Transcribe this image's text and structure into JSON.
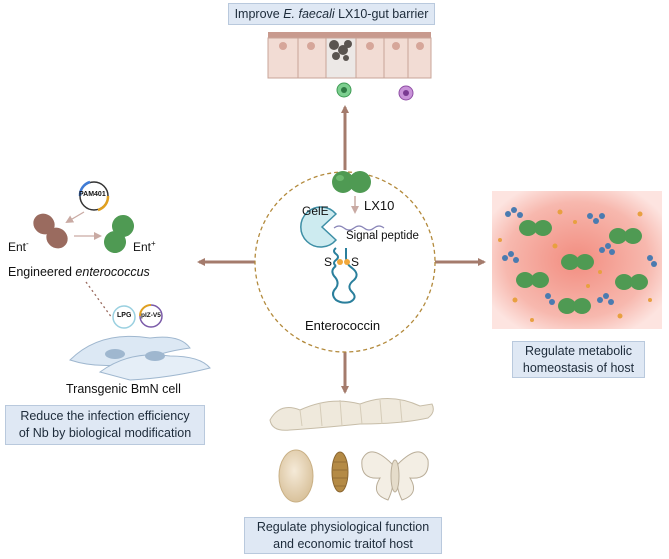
{
  "top_box": {
    "prefix": "Improve ",
    "species": "E. faecali",
    "suffix": " LX10-gut barrier"
  },
  "center": {
    "gelE": "GelE",
    "lx10": "LX10",
    "signal_peptide": "Signal peptide",
    "s_left": "S",
    "s_right": "S",
    "enterococcin": "Enterococcin"
  },
  "left": {
    "plasmid": "PAM401",
    "ent_minus": "Ent",
    "ent_minus_sup": "-",
    "ent_plus": "Ent",
    "ent_plus_sup": "+",
    "engineered_prefix": "Engineered ",
    "engineered_italic": "enterococcus",
    "lpg": "LPG",
    "piz": "pIZ-V5",
    "bmn": "Transgenic BmN cell",
    "box_line1": "Reduce the infection efficiency",
    "box_line2": "of Nb by biological modification"
  },
  "right": {
    "box_line1": "Regulate metabolic",
    "box_line2": "homeostasis of host"
  },
  "bottom": {
    "box_line1": "Regulate physiological function",
    "box_line2": "and economic traitof host"
  },
  "colors": {
    "arrow": "#a47b6c",
    "box_fill": "#dfe8f4",
    "bacteria": "#4f9a53",
    "ent_minus": "#9a6b5f",
    "dashed_circle": "#b38a3c"
  }
}
